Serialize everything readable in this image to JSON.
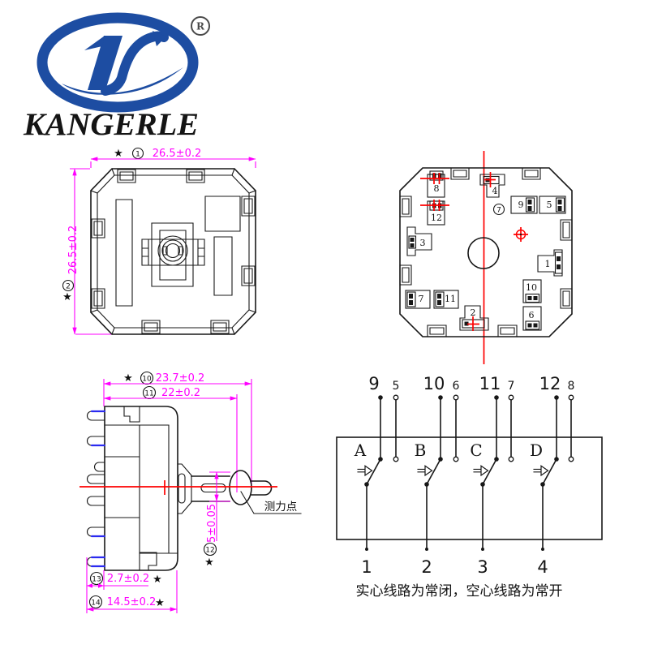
{
  "symbols": {
    "star": "★"
  },
  "logo": {
    "brand": "KANGERLE",
    "registered": "R"
  },
  "front_view": {
    "width_dim": {
      "index": "1",
      "value": "26.5±0.2"
    },
    "height_dim": {
      "index": "2",
      "value": "26.5±0.2"
    }
  },
  "bottom_view": {
    "view_index": "7",
    "terminal_labels": [
      "1",
      "2",
      "3",
      "4",
      "5",
      "6",
      "7",
      "8",
      "9",
      "10",
      "11",
      "12"
    ]
  },
  "side_view": {
    "length_dim": {
      "index": "10",
      "value": "23.7±0.2"
    },
    "body_dim": {
      "index": "11",
      "value": "22±0.2"
    },
    "shaft_dim": {
      "index": "12",
      "value": "5±0.05"
    },
    "pin_dim": {
      "index": "13",
      "value": "2.7±0.2"
    },
    "pitch_dim": {
      "index": "14",
      "value": "14.5±0.2"
    },
    "force_point_label": "测力点"
  },
  "circuit": {
    "units": [
      {
        "name": "A",
        "nc": "9",
        "no": "5",
        "common": "1"
      },
      {
        "name": "B",
        "nc": "10",
        "no": "6",
        "common": "2"
      },
      {
        "name": "C",
        "nc": "11",
        "no": "7",
        "common": "3"
      },
      {
        "name": "D",
        "nc": "12",
        "no": "8",
        "common": "4"
      }
    ],
    "legend": "实心线路为常闭，空心线路为常开"
  },
  "colors": {
    "dimension": "#ff00ff",
    "centerline": "#fe0000",
    "logo_blue": "#1d4da2",
    "pin_blue": "#2b2bf0"
  }
}
